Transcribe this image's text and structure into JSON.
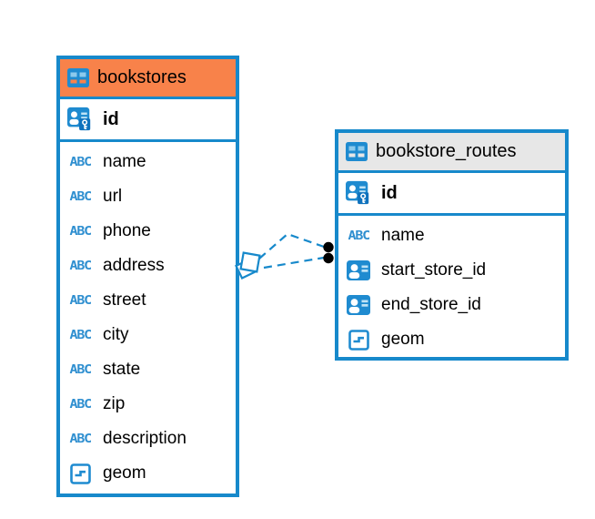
{
  "colors": {
    "accent_blue": "#1789cb",
    "selected_header_orange": "#f8824a",
    "header_gray": "#e7e7e7",
    "text": "#000000",
    "canvas_bg": "#ffffff",
    "connector_dot": "#000000"
  },
  "icons": {
    "abc_label": "ABC",
    "table_icon": "table-grid-icon",
    "primary_key_icon": "person-key-icon",
    "reference_icon": "person-card-icon",
    "geometry_icon": "geometry-note-icon"
  },
  "tables": [
    {
      "name": "bookstores",
      "selected": true,
      "primary_key": {
        "name": "id"
      },
      "columns": [
        {
          "name": "name",
          "type": "text"
        },
        {
          "name": "url",
          "type": "text"
        },
        {
          "name": "phone",
          "type": "text"
        },
        {
          "name": "address",
          "type": "text"
        },
        {
          "name": "street",
          "type": "text"
        },
        {
          "name": "city",
          "type": "text"
        },
        {
          "name": "state",
          "type": "text"
        },
        {
          "name": "zip",
          "type": "text"
        },
        {
          "name": "description",
          "type": "text"
        },
        {
          "name": "geom",
          "type": "geometry"
        }
      ]
    },
    {
      "name": "bookstore_routes",
      "selected": false,
      "primary_key": {
        "name": "id"
      },
      "columns": [
        {
          "name": "name",
          "type": "text"
        },
        {
          "name": "start_store_id",
          "type": "reference"
        },
        {
          "name": "end_store_id",
          "type": "reference"
        },
        {
          "name": "geom",
          "type": "geometry"
        }
      ]
    }
  ],
  "connector": {
    "from": "bookstores",
    "to": "bookstore_routes",
    "line_style": "dashed",
    "left_end": "stacked-diamonds",
    "right_end": "two-black-dots"
  }
}
